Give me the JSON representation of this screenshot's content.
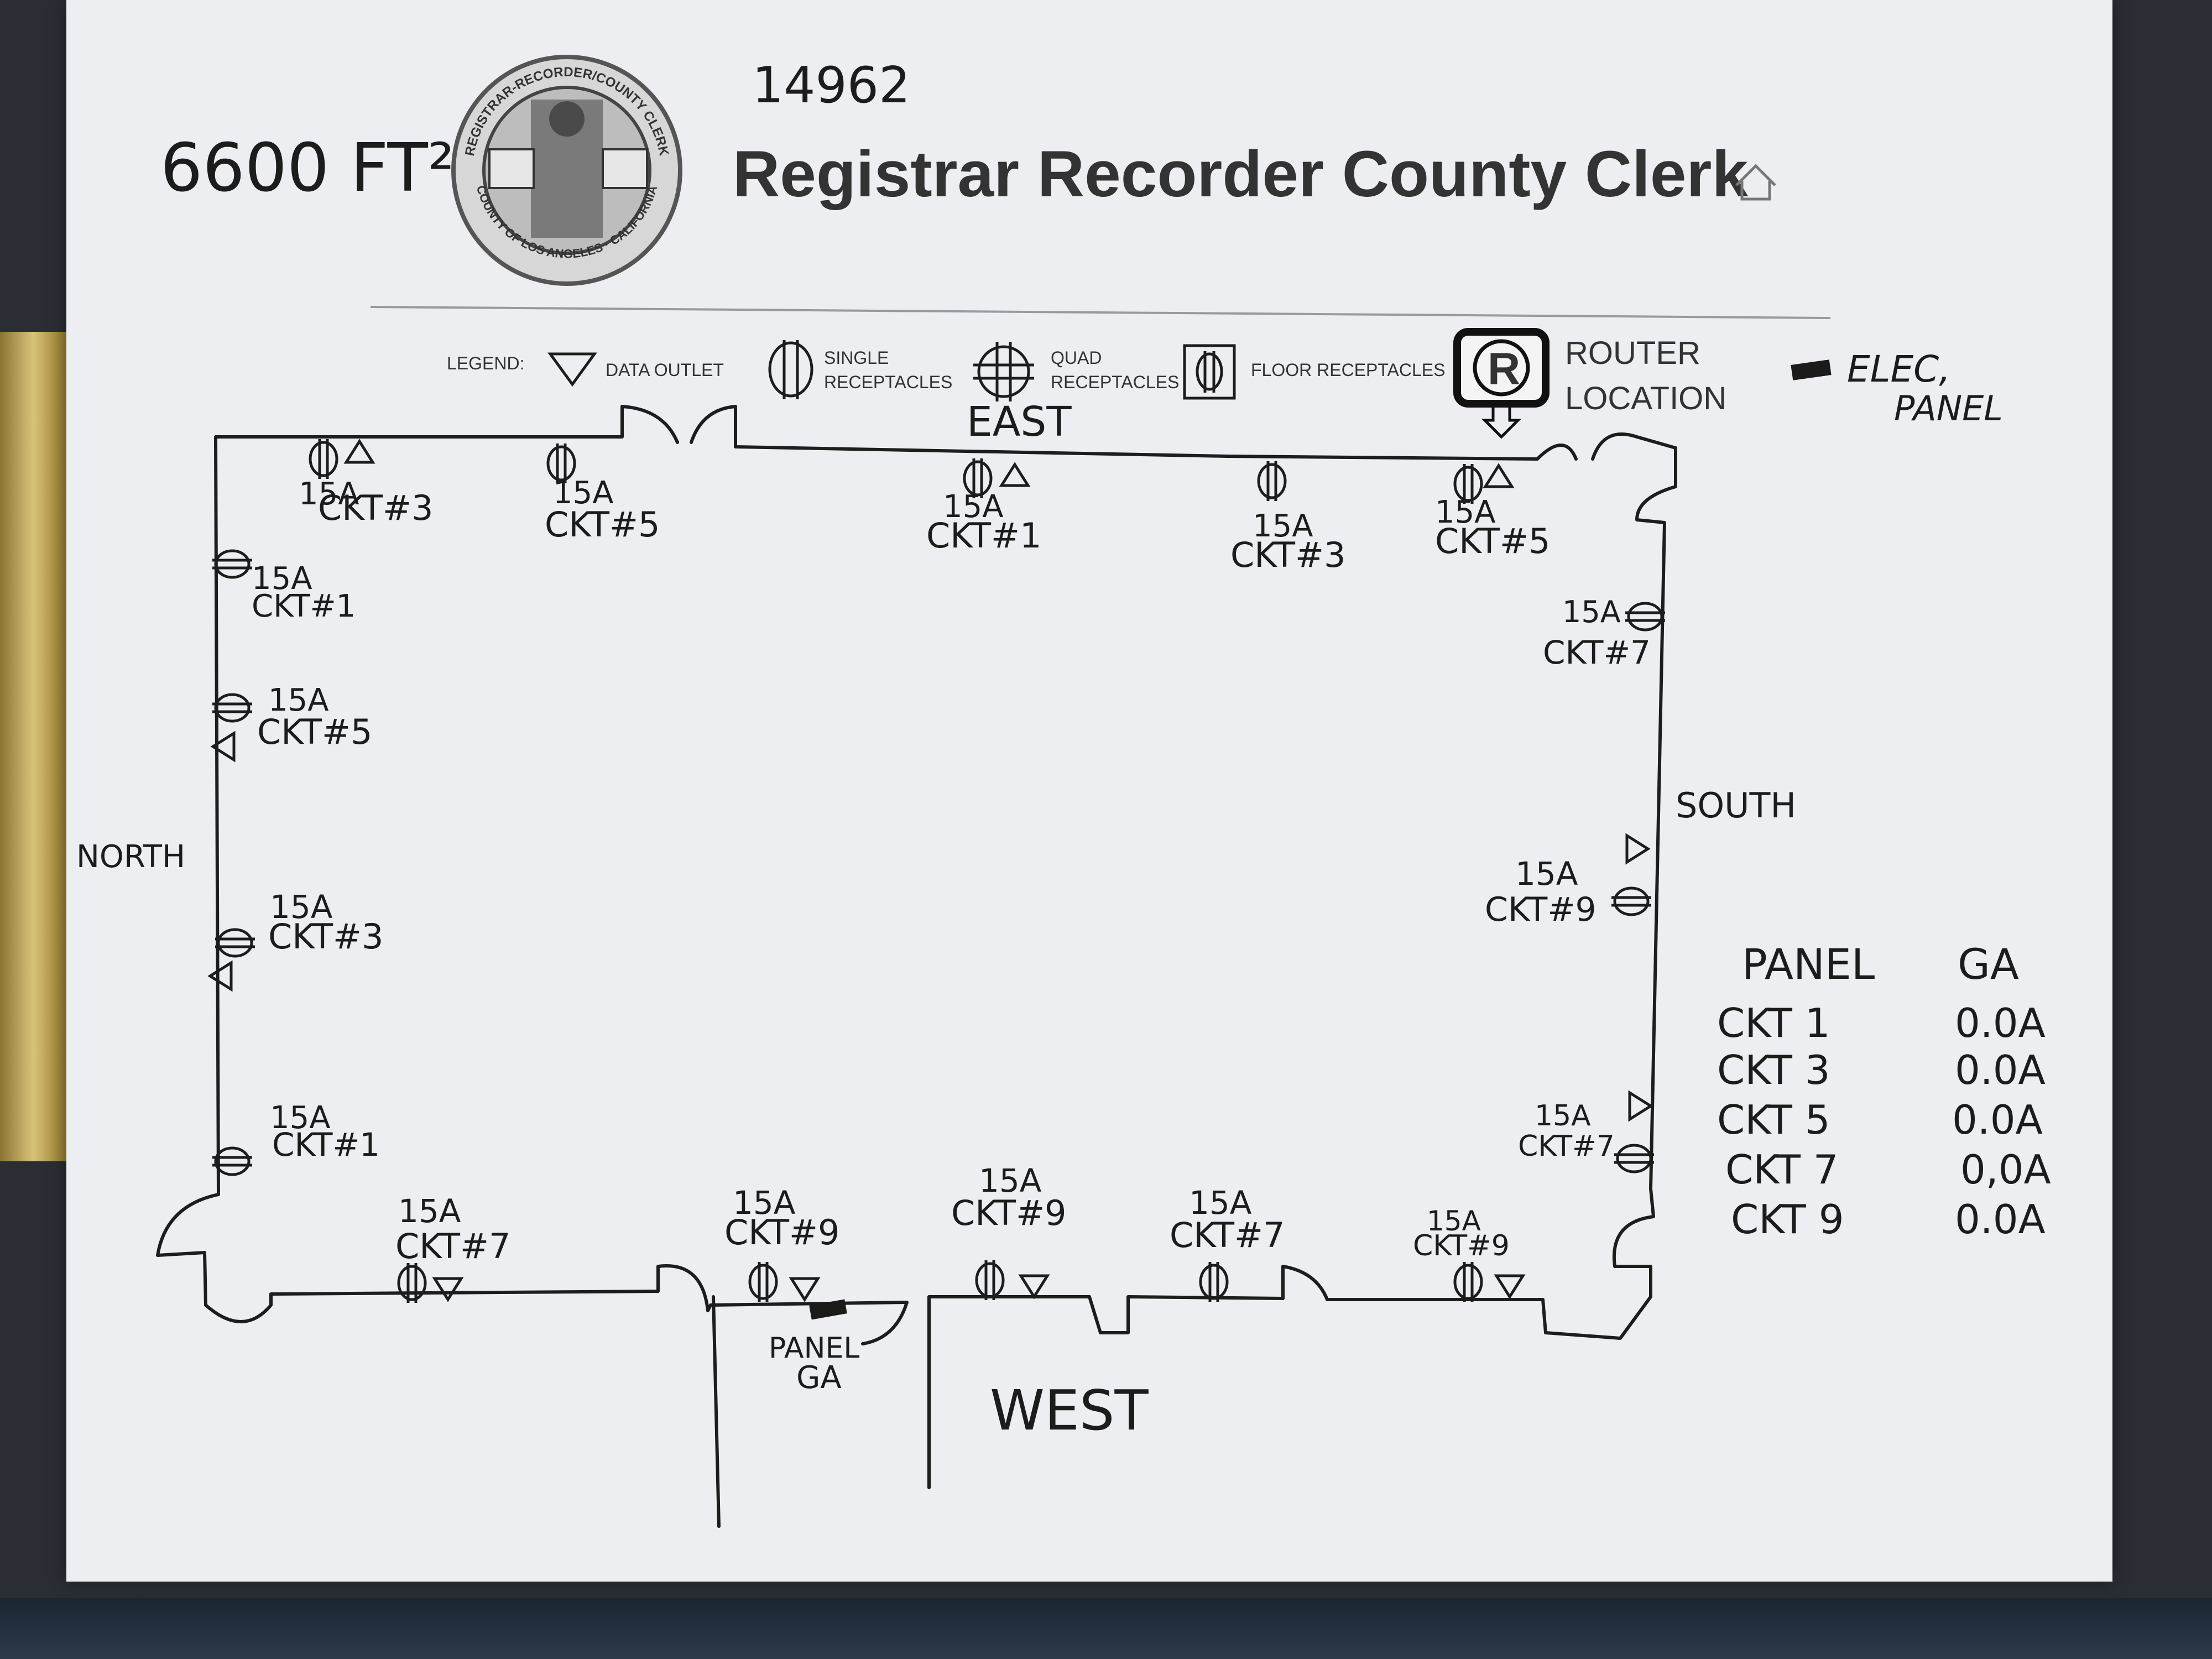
{
  "header": {
    "area_note": "6600 FT²",
    "ref_number": "14962",
    "title": "Registrar Recorder County Clerk",
    "seal_text_top": "REGISTRAR-RECORDER/COUNTY CLERK",
    "seal_text_bottom": "COUNTY OF LOS ANGELES · CALIFORNIA",
    "home_icon": "home-icon"
  },
  "legend": {
    "label": "LEGEND:",
    "items": [
      {
        "icon": "data-outlet-icon",
        "label": "DATA OUTLET"
      },
      {
        "icon": "single-receptacle-icon",
        "label_line1": "SINGLE",
        "label_line2": "RECEPTACLES"
      },
      {
        "icon": "quad-receptacle-icon",
        "label_line1": "QUAD",
        "label_line2": "RECEPTACLES"
      },
      {
        "icon": "floor-receptacle-icon",
        "label": "FLOOR RECEPTACLES"
      },
      {
        "icon": "router-icon",
        "label_line1": "ROUTER",
        "label_line2": "LOCATION"
      }
    ],
    "elec_panel_line1": "ELEC,",
    "elec_panel_line2": "PANEL"
  },
  "walls": {
    "east": "EAST",
    "west": "WEST",
    "north": "NORTH",
    "south": "SOUTH"
  },
  "circuits": {
    "east": [
      {
        "amp": "15A",
        "ckt": "CKT#3"
      },
      {
        "amp": "15A",
        "ckt": "CKT#5"
      },
      {
        "amp": "15A",
        "ckt": "CKT#1"
      },
      {
        "amp": "15A",
        "ckt": "CKT#3"
      },
      {
        "amp": "15A",
        "ckt": "CKT#5"
      }
    ],
    "north": [
      {
        "amp": "15A",
        "ckt": "CKT#1"
      },
      {
        "amp": "15A",
        "ckt": "CKT#5"
      },
      {
        "amp": "15A",
        "ckt": "CKT#3"
      },
      {
        "amp": "15A",
        "ckt": "CKT#1"
      }
    ],
    "south": [
      {
        "amp": "15A",
        "ckt": "CKT#7"
      },
      {
        "amp": "15A",
        "ckt": "CKT#9"
      },
      {
        "amp": "15A",
        "ckt": "CKT#7"
      }
    ],
    "west": [
      {
        "amp": "15A",
        "ckt": "CKT#7"
      },
      {
        "amp": "15A",
        "ckt": "CKT#9"
      },
      {
        "amp": "15A",
        "ckt": "CKT#9"
      },
      {
        "amp": "15A",
        "ckt": "CKT#7"
      },
      {
        "amp": "15A",
        "ckt": "CKT#9"
      }
    ]
  },
  "panel_marker": {
    "line1": "PANEL",
    "line2": "GA"
  },
  "panel_table": {
    "heading_left": "PANEL",
    "heading_right": "GA",
    "rows": [
      {
        "ckt": "CKT 1",
        "value": "0.0A"
      },
      {
        "ckt": "CKT 3",
        "value": "0.0A"
      },
      {
        "ckt": "CKT 5",
        "value": "0.0A"
      },
      {
        "ckt": "CKT 7",
        "value": "0,0A"
      },
      {
        "ckt": "CKT 9",
        "value": "0.0A"
      }
    ]
  }
}
